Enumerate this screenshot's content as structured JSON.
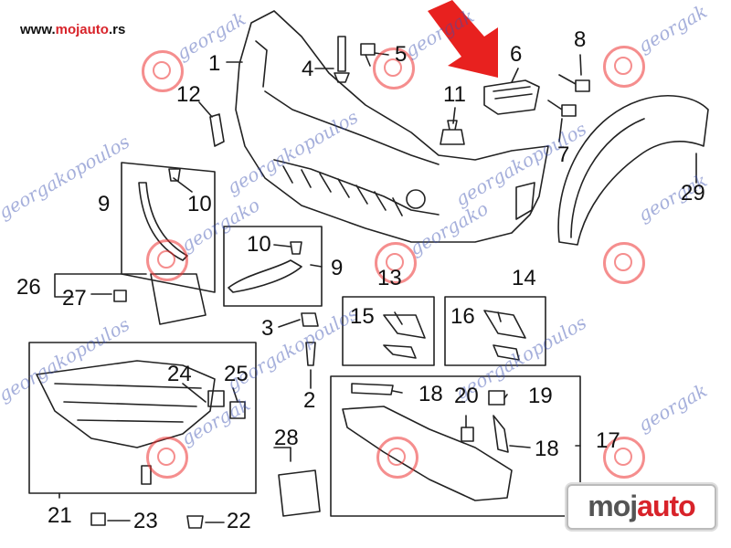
{
  "site": {
    "prefix": "www.",
    "brand": "mojauto",
    "suffix": ".rs"
  },
  "watermark": {
    "text_a": "georgakopoulos",
    "text_b": "georgak",
    "text_c": "georgako"
  },
  "logo": {
    "part_a": "moj",
    "part_b": "auto"
  },
  "callouts": {
    "n1": "1",
    "n2": "2",
    "n3": "3",
    "n4": "4",
    "n5": "5",
    "n6": "6",
    "n7": "7",
    "n8": "8",
    "n9a": "9",
    "n9b": "9",
    "n10a": "10",
    "n10b": "10",
    "n11": "11",
    "n12": "12",
    "n13": "13",
    "n14": "14",
    "n15": "15",
    "n16": "16",
    "n17": "17",
    "n18a": "18",
    "n18b": "18",
    "n19": "19",
    "n20": "20",
    "n21": "21",
    "n22": "22",
    "n23": "23",
    "n24": "24",
    "n25": "25",
    "n26": "26",
    "n27": "27",
    "n28": "28",
    "n29": "29"
  },
  "colors": {
    "line": "#222222",
    "arrow": "#e8211f",
    "watermark": "#3a4fb0",
    "seal": "#e33333"
  }
}
